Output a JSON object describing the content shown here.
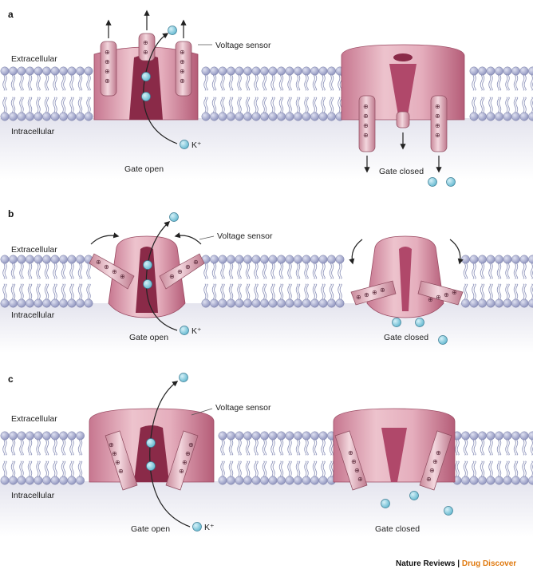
{
  "panels": [
    {
      "letter": "a",
      "extracellular": "Extracellular",
      "intracellular": "Intracellular",
      "voltage_sensor": "Voltage sensor",
      "ion": "K⁺",
      "gate_open": "Gate open",
      "gate_closed": "Gate closed"
    },
    {
      "letter": "b",
      "extracellular": "Extracellular",
      "intracellular": "Intracellular",
      "voltage_sensor": "Voltage sensor",
      "ion": "K⁺",
      "gate_open": "Gate open",
      "gate_closed": "Gate closed"
    },
    {
      "letter": "c",
      "extracellular": "Extracellular",
      "intracellular": "Intracellular",
      "voltage_sensor": "Voltage sensor",
      "ion": "K⁺",
      "gate_open": "Gate open",
      "gate_closed": "Gate closed"
    }
  ],
  "credit": {
    "journal": "Nature Reviews",
    "separator": " | ",
    "section": "Drug Discover"
  },
  "colors": {
    "head": "#9aa0c8",
    "lipid_tail": "#8a90b8",
    "cytoplasm": "#ececf3",
    "protein_light": "#e8b7c3",
    "protein_mid": "#d48fa1",
    "protein_dark": "#b0486a",
    "pore": "#8a2a48",
    "ion": "#8dcfe0",
    "ion_edge": "#3d7e95"
  },
  "icons": [
    "up-arrow-icon",
    "down-arrow-icon",
    "curved-arrow-icon",
    "potassium-ion-icon",
    "plus-charge-icon"
  ]
}
